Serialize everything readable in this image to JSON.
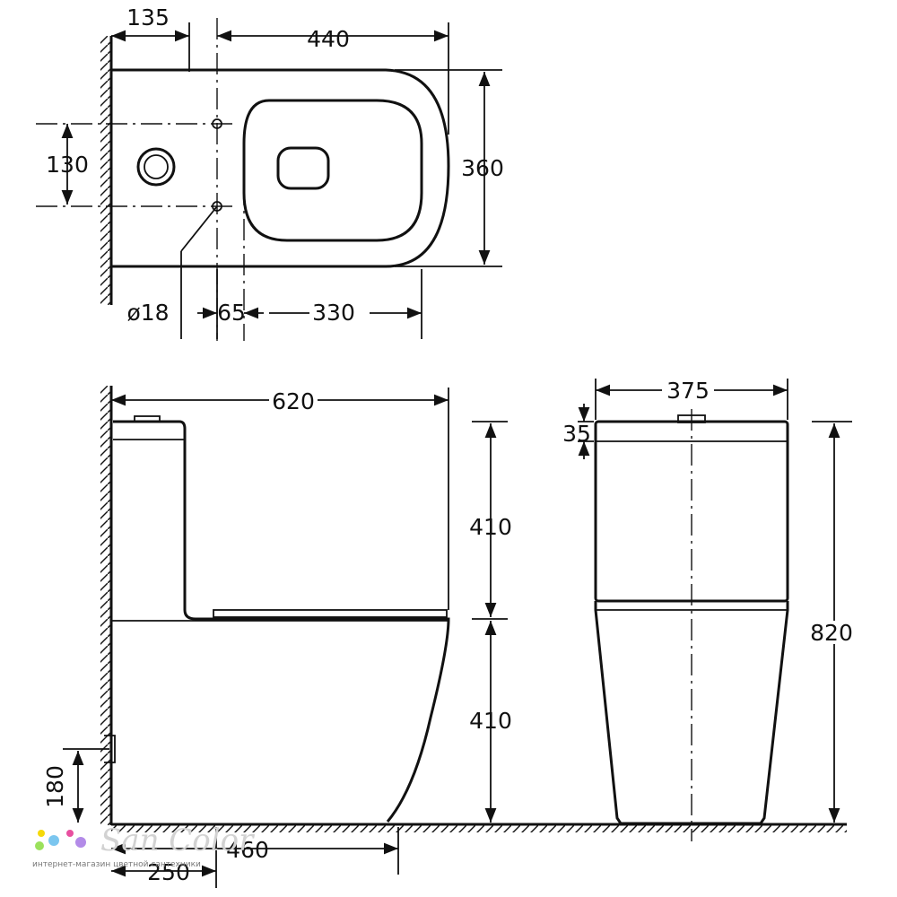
{
  "top_view": {
    "dim_wall_to_hole": "135",
    "dim_depth": "440",
    "dim_holes_spacing": "130",
    "dim_width": "360",
    "dim_hole_diameter": "ø18",
    "dim_hole_to_seat": "65",
    "dim_seat_length": "330"
  },
  "side_view": {
    "dim_length": "620",
    "dim_tank_height": "410",
    "dim_bowl_height": "410",
    "dim_inlet_height": "180",
    "dim_outlet_offset": "250",
    "dim_base_length": "460"
  },
  "front_view": {
    "dim_width": "375",
    "dim_button": "35",
    "dim_total_height": "820"
  },
  "watermark": {
    "brand": "San Color",
    "tagline": "интернет-магазин цветной сантехники",
    "dot_colors": [
      "#f5d90a",
      "#7bc6ef",
      "#e84fa0",
      "#9be15c",
      "#b38be8"
    ]
  }
}
